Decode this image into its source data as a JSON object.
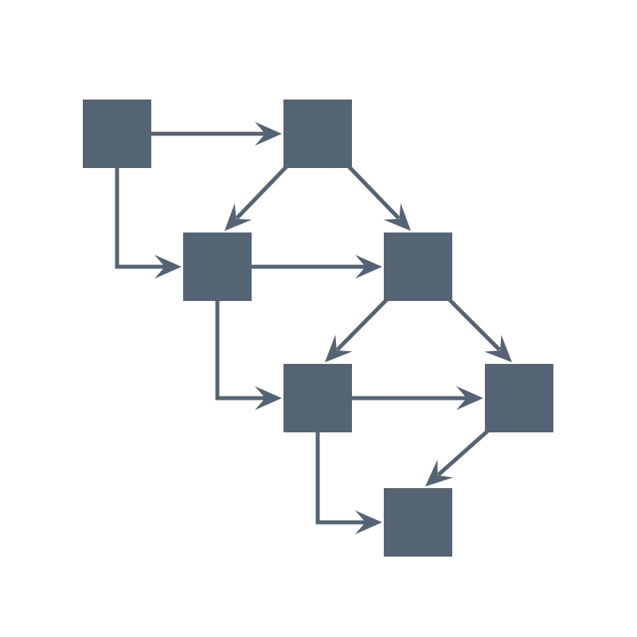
{
  "colors": {
    "background": "#ffffff",
    "node_fill": "#546474",
    "edge_stroke": "#546474"
  },
  "graph": {
    "nodes": [
      {
        "id": "n1"
      },
      {
        "id": "n2"
      },
      {
        "id": "n3"
      },
      {
        "id": "n4"
      },
      {
        "id": "n5"
      },
      {
        "id": "n6"
      },
      {
        "id": "n7"
      }
    ],
    "edges": [
      {
        "id": "e1",
        "from": "n1",
        "to": "n2",
        "routing": "straight"
      },
      {
        "id": "e2",
        "from": "n1",
        "to": "n3",
        "routing": "elbow"
      },
      {
        "id": "e3",
        "from": "n2",
        "to": "n3",
        "routing": "diagonal"
      },
      {
        "id": "e4",
        "from": "n2",
        "to": "n4",
        "routing": "diagonal"
      },
      {
        "id": "e5",
        "from": "n3",
        "to": "n4",
        "routing": "straight"
      },
      {
        "id": "e6",
        "from": "n3",
        "to": "n5",
        "routing": "elbow"
      },
      {
        "id": "e7",
        "from": "n4",
        "to": "n5",
        "routing": "diagonal"
      },
      {
        "id": "e8",
        "from": "n4",
        "to": "n6",
        "routing": "diagonal"
      },
      {
        "id": "e9",
        "from": "n5",
        "to": "n6",
        "routing": "straight"
      },
      {
        "id": "e10",
        "from": "n5",
        "to": "n7",
        "routing": "elbow"
      },
      {
        "id": "e11",
        "from": "n6",
        "to": "n7",
        "routing": "diagonal"
      }
    ]
  }
}
